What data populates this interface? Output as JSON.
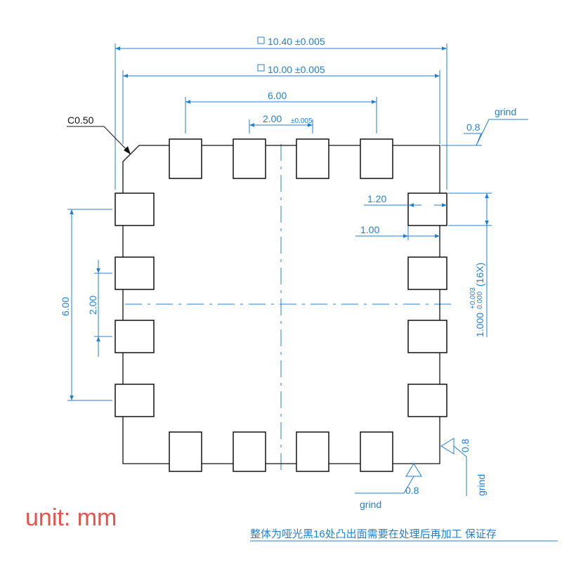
{
  "dimensions": {
    "outer_width": "10.40 ±0.005",
    "inner_width": "10.00 ±0.005",
    "top_span": "6.00",
    "top_pitch": "2.00",
    "top_pitch_tol": "±0.005",
    "chamfer": "C0.50",
    "pad_length": "1.20",
    "pad_depth": "1.00",
    "left_span": "6.00",
    "left_pitch": "2.00",
    "pad_width_value": "1.000",
    "pad_width_tol_upper": "+0.003",
    "pad_width_tol_lower": "0.000",
    "pad_width_count": "(16X)"
  },
  "surface_finish": {
    "top_right": {
      "label": "grind",
      "value": "0.8"
    },
    "bottom": {
      "label": "grind",
      "value": "0.8"
    },
    "right_side": {
      "label": "grind",
      "value": "0.8"
    }
  },
  "unit_label": "unit: mm",
  "note": "整体为哑光黑16处凸出面需要在处理后再加工 保证存"
}
